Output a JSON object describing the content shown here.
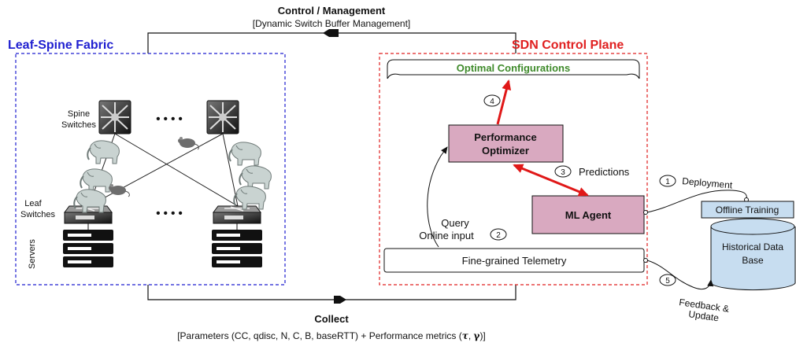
{
  "top": {
    "title": "Control / Management",
    "subtitle": "[Dynamic Switch Buffer Management]"
  },
  "bottom": {
    "title": "Collect",
    "subtitle": "[Parameters (CC, qdisc, N, C, B, baseRTT) + Performance metrics (",
    "sym_tau": "τ",
    "sep": ", ",
    "sym_gamma": "γ",
    "close": ")]"
  },
  "leaf_spine": {
    "title": "Leaf-Spine Fabric",
    "spine_label_1": "Spine",
    "spine_label_2": "Switches",
    "leaf_label_1": "Leaf",
    "leaf_label_2": "Switches",
    "servers_label": "Servers",
    "ellipsis_top": "• • • •",
    "ellipsis_bottom": "• • • •"
  },
  "sdn": {
    "title": "SDN Control Plane",
    "optimal": "Optimal Configurations",
    "optimizer_1": "Performance",
    "optimizer_2": "Optimizer",
    "ml_agent": "ML Agent",
    "telemetry": "Fine-grained Telemetry",
    "query_1": "Query",
    "query_2": "Online input",
    "predictions": "Predictions"
  },
  "external": {
    "offline_training": "Offline Training",
    "db_1": "Historical Data",
    "db_2": "Base",
    "deployment": "Deployment",
    "feedback_1": "Feedback &",
    "feedback_2": "Update"
  },
  "steps": [
    "1",
    "2",
    "3",
    "4",
    "5"
  ],
  "colors": {
    "leaf_spine_border": "#1f1fd0",
    "sdn_border": "#e02020",
    "box_fill": "#d9a9c0",
    "green_text": "#3e8a2a",
    "red_arrow": "#e01818",
    "db_fill": "#c7ddf0"
  }
}
